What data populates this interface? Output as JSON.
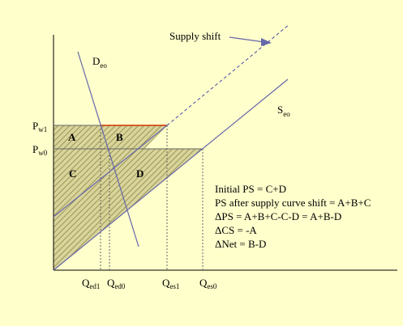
{
  "labels": {
    "supply_shift": "Supply shift",
    "demand_main": "D",
    "demand_sub": "eo",
    "supply_main": "S",
    "supply_sub": "eo",
    "p_main": "P",
    "pw1_sub": "w1",
    "pw0_sub": "w0",
    "q_main": "Q",
    "qed1_sub": "ed1",
    "qed0_sub": "ed0",
    "qes1_sub": "es1",
    "qes0_sub": "es0",
    "area_a": "A",
    "area_b": "B",
    "area_c": "C",
    "area_d": "D"
  },
  "equations": [
    "Initial PS = C+D",
    "PS after supply curve shift = A+B+C",
    "ΔPS = A+B+C-C-D = A+B-D",
    "ΔCS = -A",
    "ΔNet = B-D"
  ],
  "colors": {
    "background": "#FFFFCC",
    "curve": "#6666AA",
    "hatch_fill": "#D8D49A",
    "hatch_line": "#8C8646",
    "price_line": "#CC3300",
    "guide": "#666666"
  }
}
